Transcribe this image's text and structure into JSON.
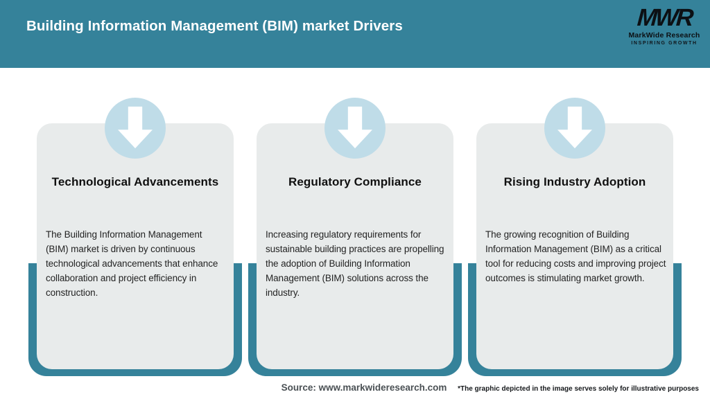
{
  "header": {
    "title": "Building Information Management (BIM) market Drivers",
    "logo": {
      "monogram": "MWR",
      "name": "MarkWide Research",
      "tagline": "INSPIRING GROWTH"
    }
  },
  "cards": [
    {
      "title": "Technological Advancements",
      "description": "The Building Information Management (BIM) market is driven by continuous technological advancements that enhance collaboration and project efficiency in construction."
    },
    {
      "title": "Regulatory Compliance",
      "description": "Increasing regulatory requirements for sustainable building practices are propelling the adoption of Building Information Management (BIM) solutions across the industry."
    },
    {
      "title": "Rising Industry Adoption",
      "description": "The growing recognition of Building Information Management (BIM) as a critical tool for reducing costs and improving project outcomes is stimulating market growth."
    }
  ],
  "footer": {
    "source": "Source: www.markwideresearch.com",
    "disclaimer": "*The graphic depicted in the image serves solely for illustrative purposes"
  },
  "colors": {
    "teal": "#35829A",
    "card_bg": "#E8EBEB",
    "circle": "#BFDCE8",
    "arrow": "#FFFFFF"
  }
}
